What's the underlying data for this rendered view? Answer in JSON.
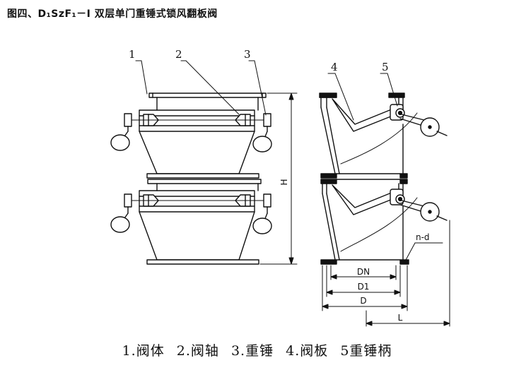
{
  "title": "图四、D₁SzF₁－Ⅰ 双层单门重锤式锁风翻板阀",
  "callouts": [
    "1",
    "2",
    "3",
    "4",
    "5"
  ],
  "dimensions": {
    "height": "H",
    "dn": "DN",
    "d1": "D1",
    "d": "D",
    "l": "L",
    "holes": "n-d"
  },
  "legend": [
    "1.阀体",
    "2.阀轴",
    "3.重锤",
    "4.阀板",
    "5重锤柄"
  ]
}
